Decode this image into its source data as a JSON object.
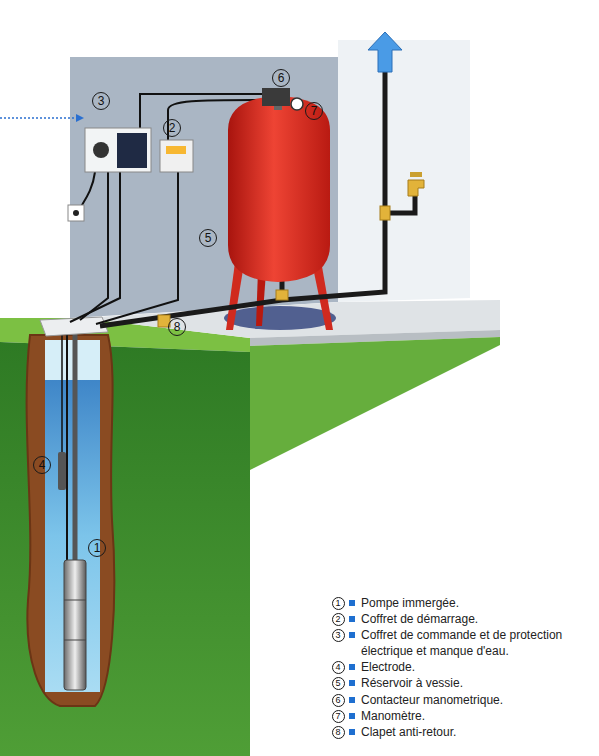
{
  "diagram": {
    "nodes": [
      {
        "text": [
          "6"
        ]
      },
      {
        "text": [
          "3"
        ]
      },
      {
        "text": [
          "7"
        ]
      },
      {
        "text": [
          "2"
        ]
      },
      {
        "text": [
          "5"
        ]
      },
      {
        "text": [
          "8"
        ]
      },
      {
        "text": [
          "4"
        ]
      },
      {
        "text": [
          "1"
        ]
      },
      {
        "text": [
          "1"
        ]
      },
      {
        "text": [
          "2"
        ]
      },
      {
        "text": [
          "3"
        ]
      },
      {
        "text": [
          "4"
        ]
      },
      {
        "text": [
          "5"
        ]
      },
      {
        "text": [
          "6"
        ]
      },
      {
        "text": [
          "7"
        ]
      },
      {
        "text": [
          "8"
        ]
      }
    ],
    "labels": [
      "Pompe immergée.",
      "Coffret de démarrage.",
      "Coffret de commande et de protection électrique et manque d'eau.",
      "Electrode.",
      "Réservoir à vessie.",
      "Contacteur manometrique.",
      "Manomètre.",
      "Clapet anti-retour."
    ]
  }
}
